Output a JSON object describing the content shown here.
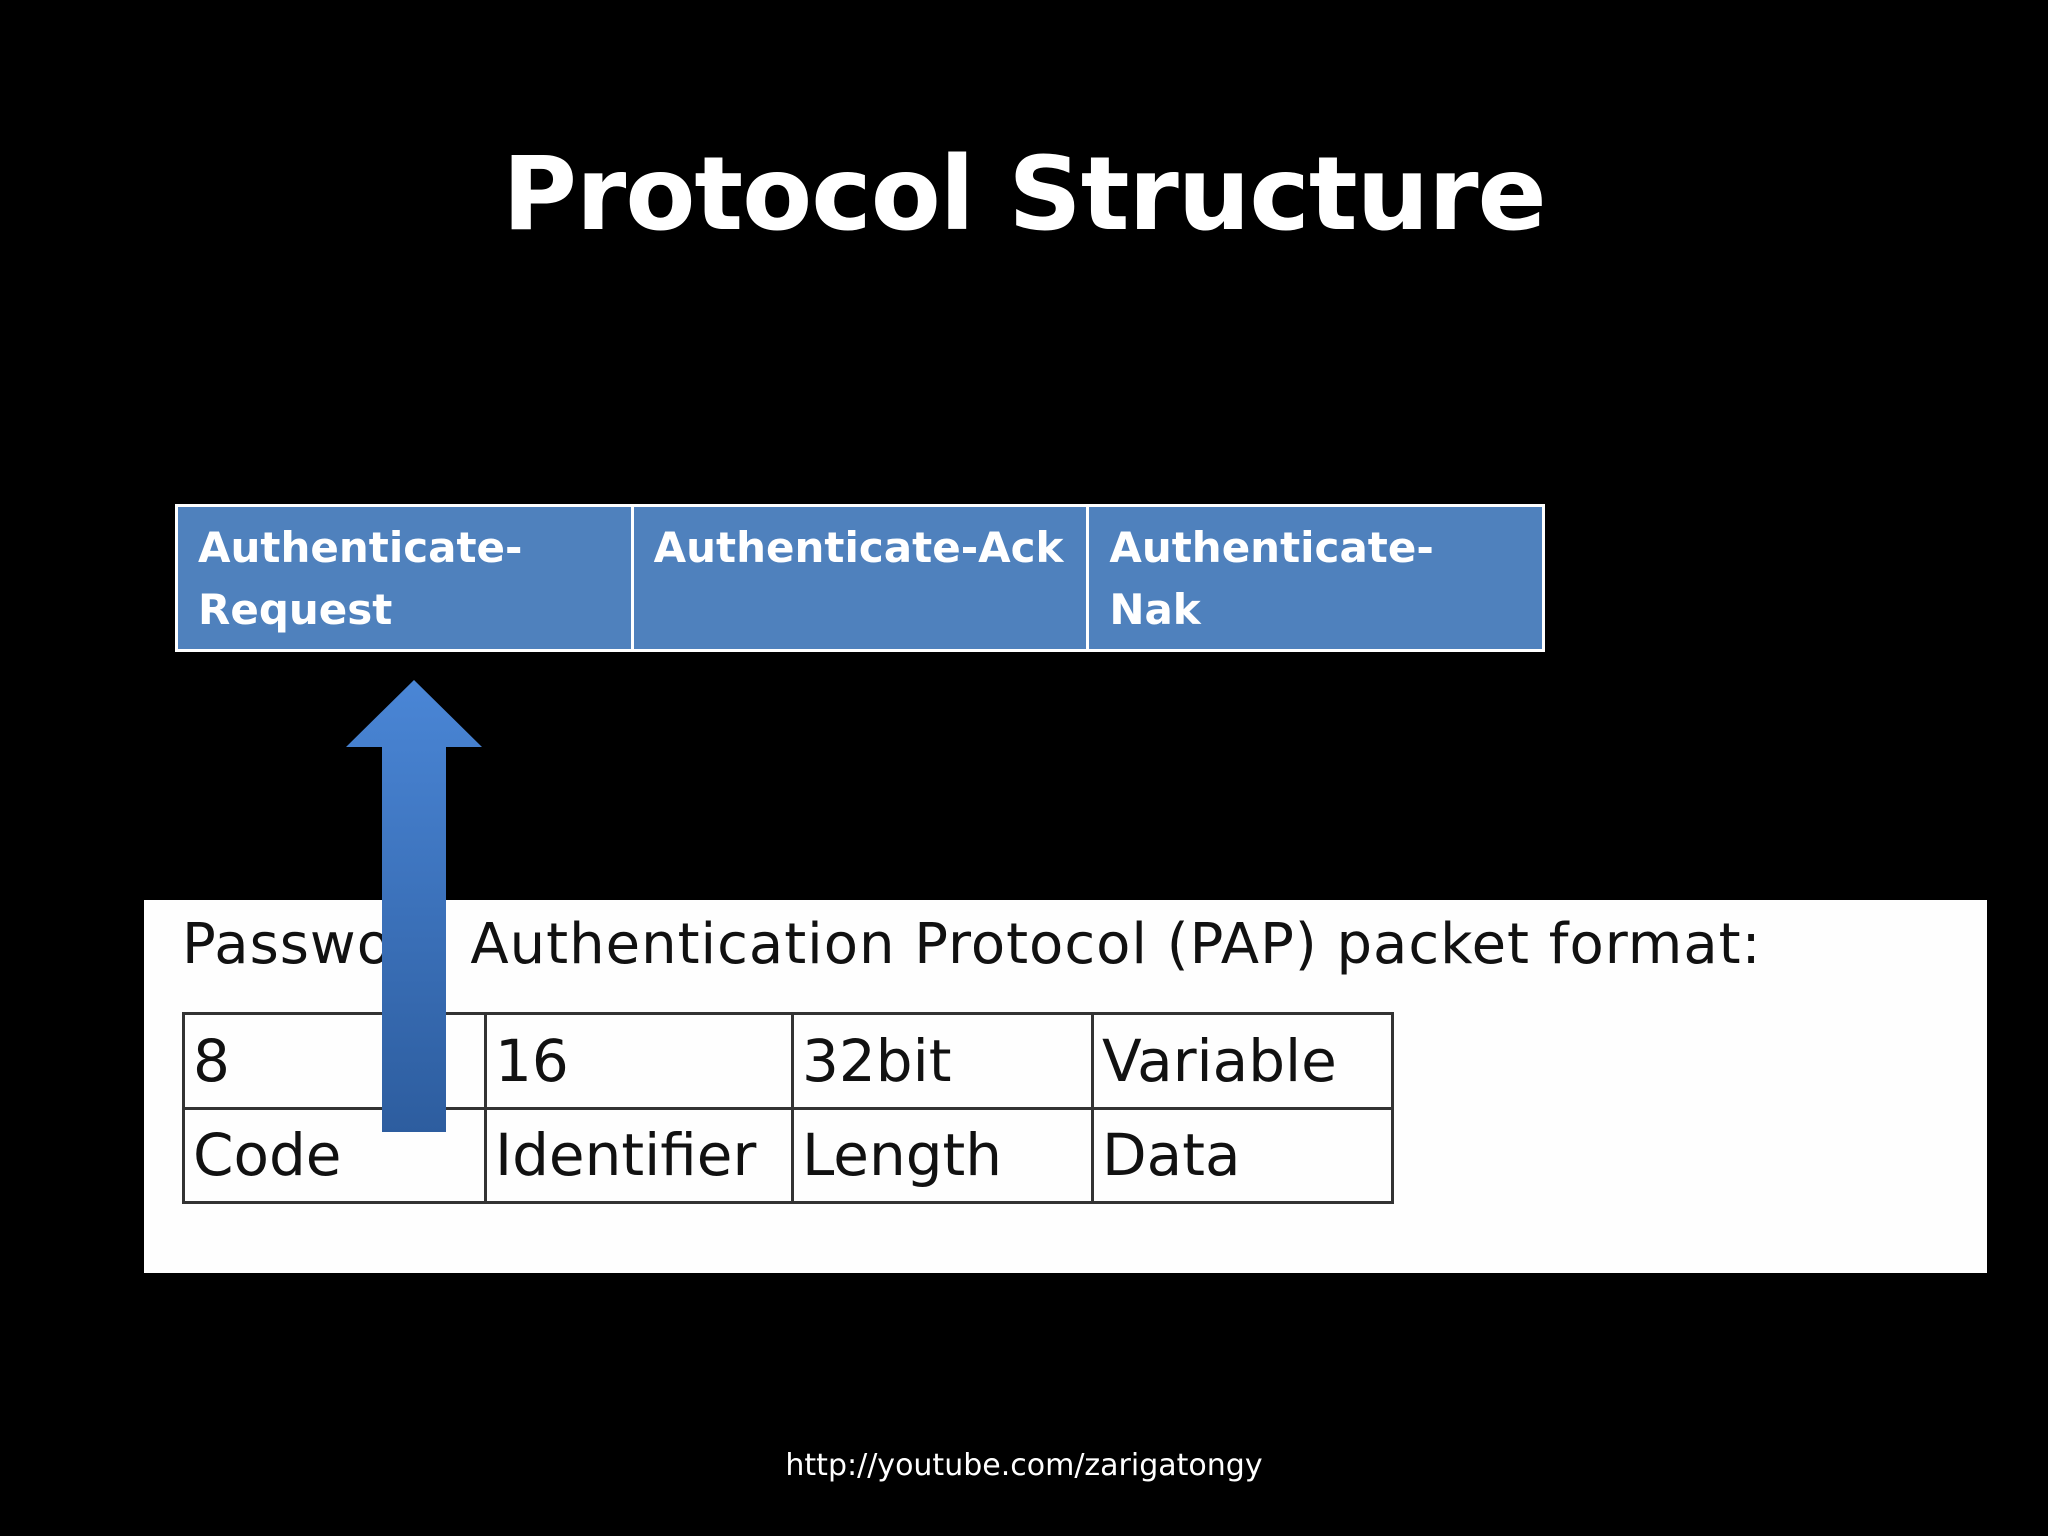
{
  "title": "Protocol Structure",
  "message_types": [
    "Authenticate-Request",
    "Authenticate-Ack",
    "Authenticate-Nak"
  ],
  "packet_format": {
    "caption": "Password Authentication Protocol (PAP) packet format:",
    "sizes": [
      "8",
      "16",
      "32bit",
      "Variable"
    ],
    "fields": [
      "Code",
      "Identifier",
      "Length",
      "Data"
    ]
  },
  "footer_url": "http://youtube.com/zarigatongy",
  "colors": {
    "background": "#000000",
    "table_fill": "#4f81bd",
    "arrow_top": "#4a86d6",
    "arrow_bottom": "#2d5d9f"
  }
}
